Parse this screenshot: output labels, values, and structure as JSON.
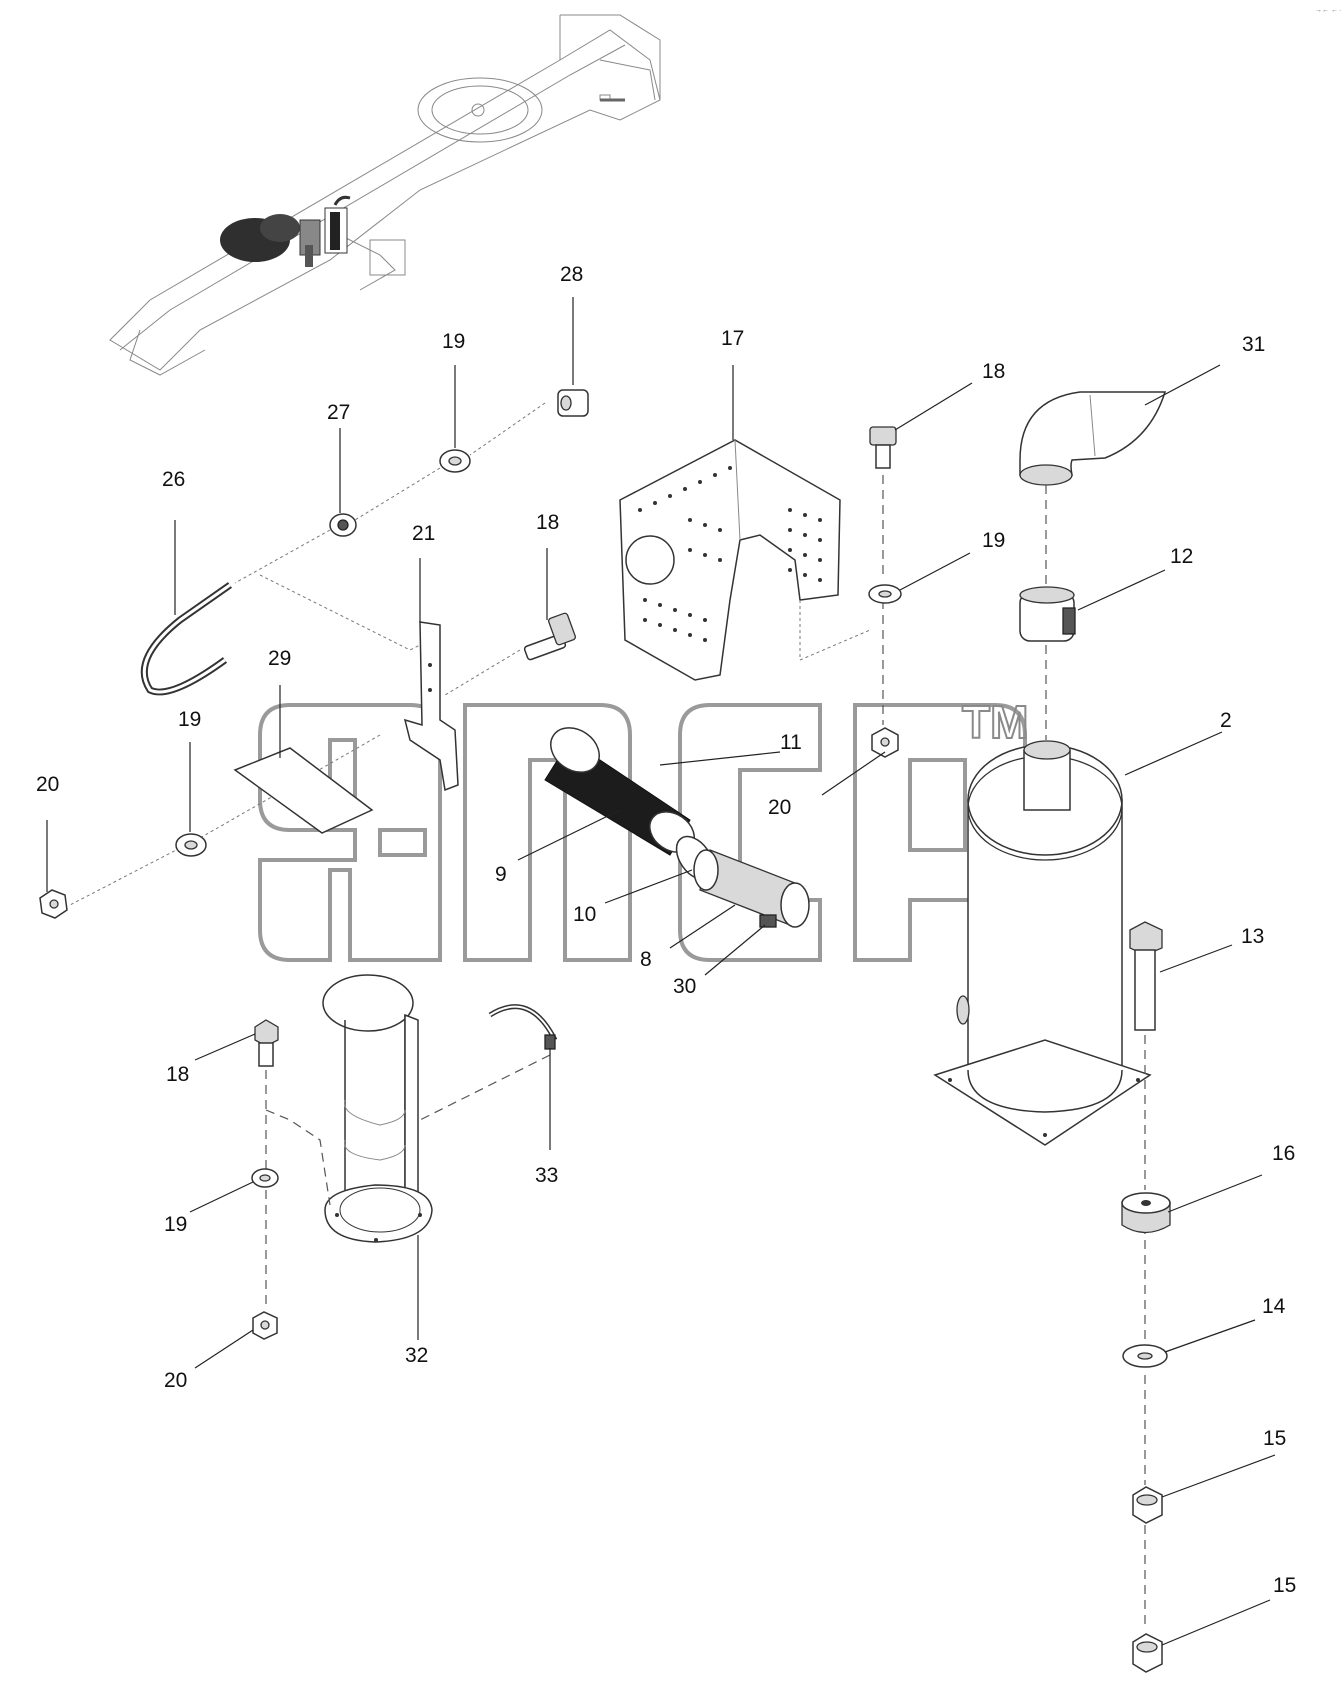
{
  "corner_mark": "→← ←→",
  "labels": [
    {
      "id": "28",
      "text": "28"
    },
    {
      "id": "19a",
      "text": "19"
    },
    {
      "id": "27",
      "text": "27"
    },
    {
      "id": "26",
      "text": "26"
    },
    {
      "id": "21",
      "text": "21"
    },
    {
      "id": "18a",
      "text": "18"
    },
    {
      "id": "17",
      "text": "17"
    },
    {
      "id": "18b",
      "text": "18"
    },
    {
      "id": "31",
      "text": "31"
    },
    {
      "id": "19b",
      "text": "19"
    },
    {
      "id": "12",
      "text": "12"
    },
    {
      "id": "29",
      "text": "29"
    },
    {
      "id": "19c",
      "text": "19"
    },
    {
      "id": "20a",
      "text": "20"
    },
    {
      "id": "11",
      "text": "11"
    },
    {
      "id": "20b",
      "text": "20"
    },
    {
      "id": "2",
      "text": "2"
    },
    {
      "id": "9",
      "text": "9"
    },
    {
      "id": "10",
      "text": "10"
    },
    {
      "id": "8",
      "text": "8"
    },
    {
      "id": "30",
      "text": "30"
    },
    {
      "id": "13",
      "text": "13"
    },
    {
      "id": "18c",
      "text": "18"
    },
    {
      "id": "33",
      "text": "33"
    },
    {
      "id": "19d",
      "text": "19"
    },
    {
      "id": "32",
      "text": "32"
    },
    {
      "id": "16",
      "text": "16"
    },
    {
      "id": "20c",
      "text": "20"
    },
    {
      "id": "14",
      "text": "14"
    },
    {
      "id": "15a",
      "text": "15"
    },
    {
      "id": "15b",
      "text": "15"
    }
  ],
  "watermark": {
    "trademark": "TM"
  },
  "colors": {
    "line": "#333333",
    "background": "#ffffff",
    "watermark": "#9a9a9a"
  }
}
